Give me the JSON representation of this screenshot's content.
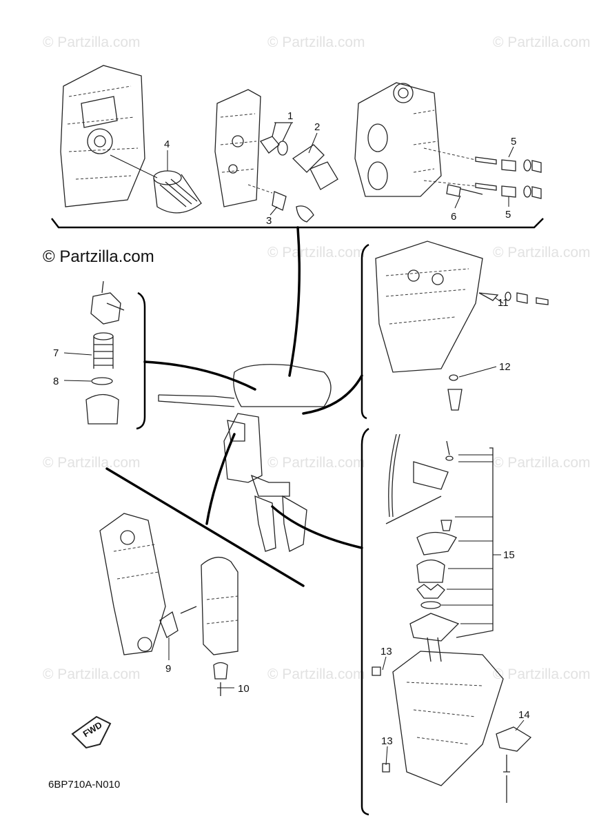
{
  "watermark": {
    "text": "© Partzilla.com"
  },
  "copyright": "© Partzilla.com",
  "diagram_code": "6BP710A-N010",
  "fwd_label": "FWD",
  "callouts": {
    "c1": "1",
    "c2": "2",
    "c3": "3",
    "c4": "4",
    "c5a": "5",
    "c5b": "5",
    "c6": "6",
    "c7": "7",
    "c8": "8",
    "c9": "9",
    "c10": "10",
    "c11": "11",
    "c12": "12",
    "c13a": "13",
    "c13b": "13",
    "c14": "14",
    "c15": "15"
  }
}
